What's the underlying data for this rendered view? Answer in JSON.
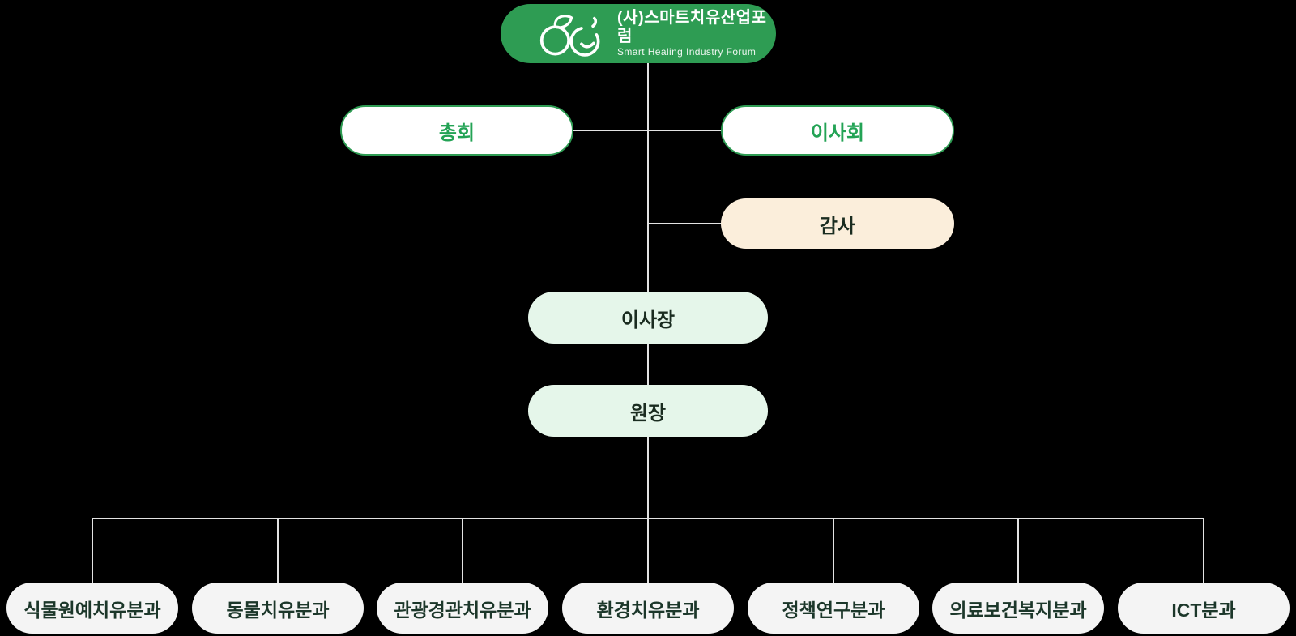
{
  "header": {
    "org_name_ko": "(사)스마트치유산업포럼",
    "org_name_en": "Smart Healing Industry Forum",
    "logo_icon": "leaf-smile-logo"
  },
  "nodes": {
    "general_assembly": "총회",
    "board_of_directors": "이사회",
    "auditor": "감사",
    "chairman": "이사장",
    "director": "원장"
  },
  "divisions": [
    {
      "label": "식물원예치유분과"
    },
    {
      "label": "동물치유분과"
    },
    {
      "label": "관광경관치유분과"
    },
    {
      "label": "환경치유분과"
    },
    {
      "label": "정책연구분과"
    },
    {
      "label": "의료보건복지분과"
    },
    {
      "label": "ICT분과"
    }
  ],
  "colors": {
    "brand_green": "#2E9C53",
    "label_green": "#23A355",
    "auditor_cream": "#FBEEDB",
    "executive_mint": "#E5F6EA",
    "division_gray": "#F4F4F4",
    "dark_text": "#1A2C20",
    "connector": "#E3E3E3",
    "background": "#000000"
  }
}
